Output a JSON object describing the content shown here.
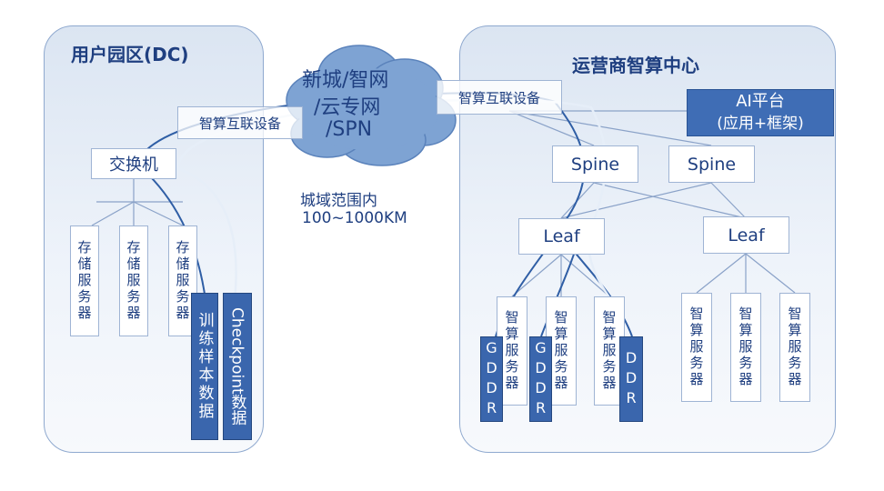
{
  "user_park": {
    "title": "用户园区(DC)",
    "interconnect": "智算互联设备",
    "switch": "交换机",
    "storage": [
      "存储服务器",
      "存储服务器",
      "存储服务器"
    ],
    "training_data": "训练样本数据",
    "checkpoint_data": "Checkpoint数据"
  },
  "cloud": {
    "label_line1": "新城/智网",
    "label_line2": "/云专网",
    "label_line3": "/SPN",
    "range_line1": "城域范围内",
    "range_line2": "100~1000KM"
  },
  "operator_center": {
    "title": "运营商智算中心",
    "interconnect": "智算互联设备",
    "ai_platform_line1": "AI平台",
    "ai_platform_line2": "(应用+框架)",
    "spine": [
      "Spine",
      "Spine"
    ],
    "leaf": [
      "Leaf",
      "Leaf"
    ],
    "compute_servers": [
      "智算服务器",
      "智算服务器",
      "智算服务器",
      "智算服务器",
      "智算服务器",
      "智算服务器"
    ],
    "gddr": [
      "GDDR",
      "GDDR"
    ],
    "ddr": "DDR"
  },
  "colors": {
    "accent": "#3a66ad",
    "text": "#1f3f80",
    "cloud": "#7ea3d3",
    "panel_border": "#8fa9cf"
  }
}
